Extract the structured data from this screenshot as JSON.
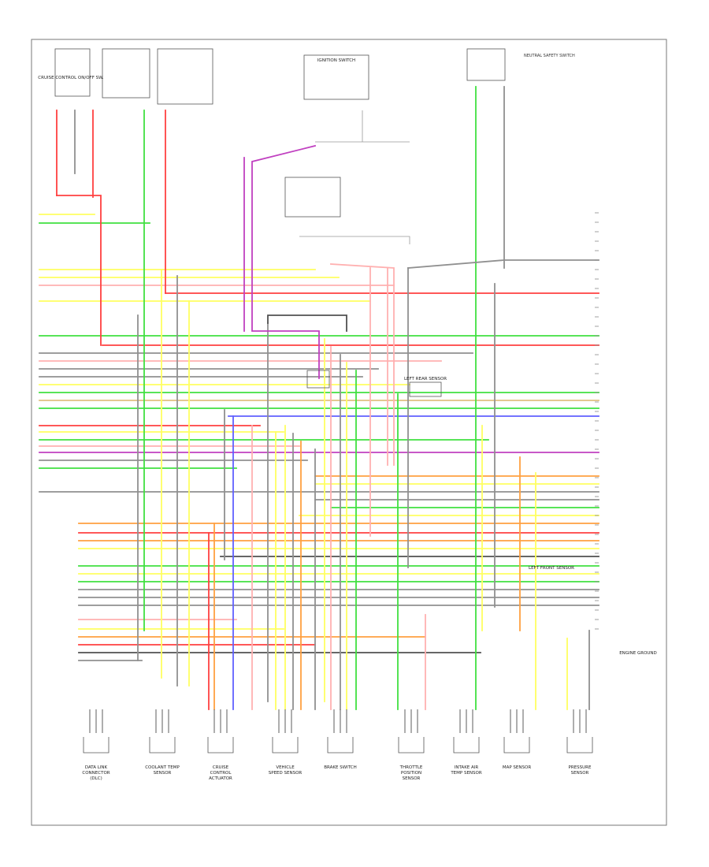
{
  "top_components": [
    {
      "label": "CRUISE CONTROL ON/OFF SW."
    },
    {
      "label": "IGNITION SWITCH"
    },
    {
      "label": "NEUTRAL SAFETY SWITCH"
    }
  ],
  "mid_components": [
    {
      "label": "LEFT REAR SENSOR"
    },
    {
      "label": "LEFT FRONT SENSOR"
    },
    {
      "label": "ENGINE GROUND"
    }
  ],
  "bottom_components": [
    {
      "label": "DATA LINK CONNECTOR (DLC)"
    },
    {
      "label": "COOLANT TEMP SENSOR"
    },
    {
      "label": "CRUISE CONTROL ACTUATOR"
    },
    {
      "label": "VEHICLE SPEED SENSOR"
    },
    {
      "label": "BRAKE SWITCH"
    },
    {
      "label": "THROTTLE POSITION SENSOR"
    },
    {
      "label": "INTAKE AIR TEMP SENSOR"
    },
    {
      "label": "MAP SENSOR"
    },
    {
      "label": "PRESSURE SENSOR"
    }
  ],
  "colors": {
    "red": "#ff4040",
    "green": "#40e040",
    "yellow": "#ffff60",
    "orange": "#ffa040",
    "blue": "#6060ff",
    "violet": "#c040c0",
    "gray": "#909090",
    "black": "#505050",
    "pink": "#ffb0b0",
    "tan": "#e0c080"
  }
}
